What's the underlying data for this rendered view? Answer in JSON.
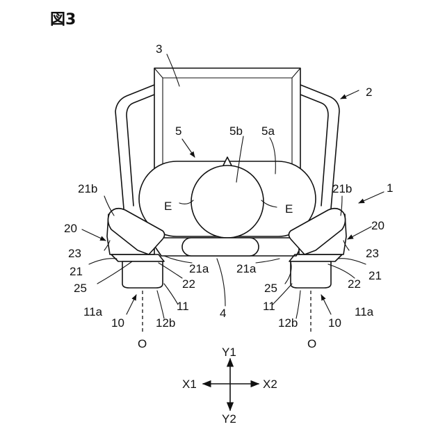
{
  "figure": {
    "title": "図3"
  },
  "labels": {
    "n3": "3",
    "n2": "2",
    "n5": "5",
    "n5b": "5b",
    "n5a": "5a",
    "n21b_l": "21b",
    "n21b_r": "21b",
    "n1": "1",
    "e_l": "E",
    "e_r": "E",
    "n20_l": "20",
    "n20_r": "20",
    "n23_l": "23",
    "n23_r": "23",
    "n21_l": "21",
    "n21_r": "21",
    "n21a_l": "21a",
    "n21a_r": "21a",
    "n25_l": "25",
    "n25_r": "25",
    "n22_l": "22",
    "n22_r": "22",
    "n4": "4",
    "n11a_l": "11a",
    "n11a_r": "11a",
    "n11_l": "11",
    "n11_r": "11",
    "n10_l": "10",
    "n10_r": "10",
    "n12b_l": "12b",
    "n12b_r": "12b",
    "o_l": "O",
    "o_r": "O"
  },
  "axes": {
    "y1": "Y1",
    "y2": "Y2",
    "x1": "X1",
    "x2": "X2"
  }
}
